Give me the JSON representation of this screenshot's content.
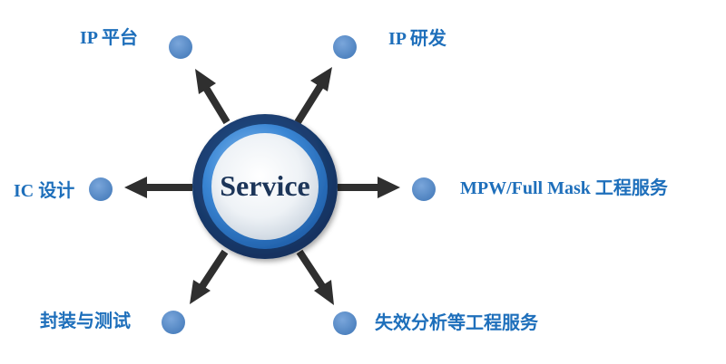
{
  "center": {
    "label": "Service",
    "colors": {
      "outer_ring": "#1b3a6e",
      "mid_ring": "#2c74c6",
      "inner": "#eef2f6",
      "text": "#1c3559"
    }
  },
  "services": [
    {
      "id": "ip-platform",
      "label": "IP 平台"
    },
    {
      "id": "ip-dev",
      "label": "IP 研发"
    },
    {
      "id": "ic-design",
      "label": "IC 设计"
    },
    {
      "id": "mpw",
      "label": "MPW/Full Mask 工程服务"
    },
    {
      "id": "package-test",
      "label": "封装与测试"
    },
    {
      "id": "failure-analysis",
      "label": "失效分析等工程服务"
    }
  ],
  "colors": {
    "label": "#1e6fbb",
    "node_dot": "#5b8ec9",
    "arrow": "#2f2f2f"
  }
}
